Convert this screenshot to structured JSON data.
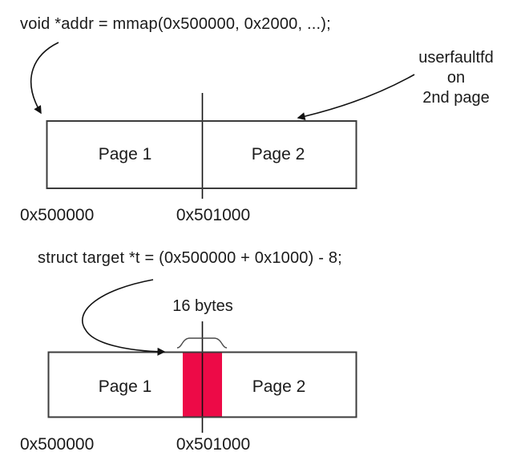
{
  "top": {
    "code": "void *addr = mmap(0x500000, 0x2000, ...);",
    "note": "userfaultfd on\n2nd page",
    "page1": "Page 1",
    "page2": "Page 2",
    "addr_start": "0x500000",
    "addr_boundary": "0x501000"
  },
  "bottom": {
    "code": "struct target *t = (0x500000 + 0x1000) - 8;",
    "size_label": "16 bytes",
    "page1": "Page 1",
    "page2": "Page 2",
    "addr_start": "0x500000",
    "addr_boundary": "0x501000"
  },
  "colors": {
    "highlight": "#ED0A47",
    "box_stroke": "#3c3c3c",
    "line": "#111111"
  }
}
